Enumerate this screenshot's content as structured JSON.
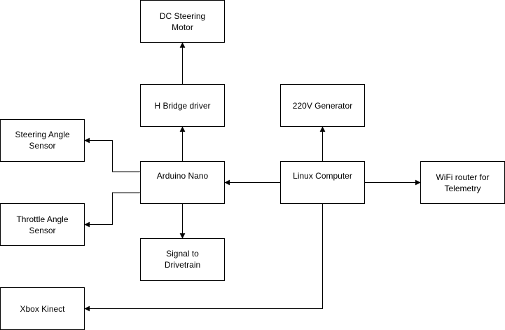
{
  "diagram": {
    "nodes": {
      "dc_motor": {
        "lines": [
          "DC Steering",
          "Motor"
        ]
      },
      "h_bridge": {
        "lines": [
          "H Bridge driver"
        ]
      },
      "generator": {
        "lines": [
          "220V Generator"
        ]
      },
      "steer_sensor": {
        "lines": [
          "Steering Angle",
          "Sensor"
        ]
      },
      "arduino": {
        "lines": [
          "Arduino Nano"
        ]
      },
      "linux": {
        "lines": [
          "Linux Computer"
        ]
      },
      "wifi": {
        "lines": [
          "WiFi router for",
          "Telemetry"
        ]
      },
      "throttle_sensor": {
        "lines": [
          "Throttle Angle",
          "Sensor"
        ]
      },
      "drivetrain": {
        "lines": [
          "Signal to",
          "Drivetrain"
        ]
      },
      "kinect": {
        "lines": [
          "Xbox Kinect"
        ]
      }
    },
    "edges": [
      {
        "from": "h_bridge",
        "to": "dc_motor"
      },
      {
        "from": "arduino",
        "to": "h_bridge"
      },
      {
        "from": "arduino",
        "to": "steer_sensor"
      },
      {
        "from": "arduino",
        "to": "throttle_sensor"
      },
      {
        "from": "arduino",
        "to": "drivetrain"
      },
      {
        "from": "linux",
        "to": "arduino"
      },
      {
        "from": "linux",
        "to": "generator"
      },
      {
        "from": "linux",
        "to": "wifi"
      },
      {
        "from": "linux",
        "to": "kinect"
      }
    ],
    "colors": {
      "stroke": "#000000",
      "fill": "#ffffff",
      "text": "#000000"
    }
  }
}
